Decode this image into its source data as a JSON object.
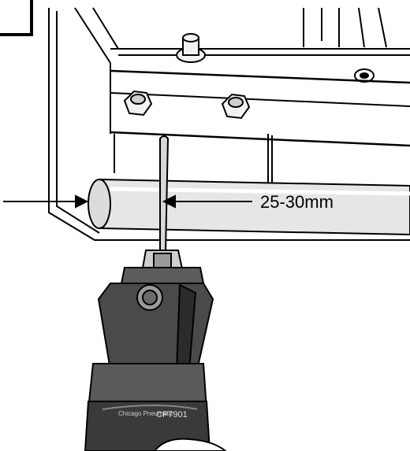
{
  "figure": {
    "measurement_label": "25-30mm",
    "tool_brand_text": "Chicago Pneumatic",
    "tool_model_text": "CP7901",
    "colors": {
      "line": "#000000",
      "tool_body": "#4a4a4a",
      "tool_dark": "#2b2b2b",
      "background": "#ffffff"
    }
  }
}
